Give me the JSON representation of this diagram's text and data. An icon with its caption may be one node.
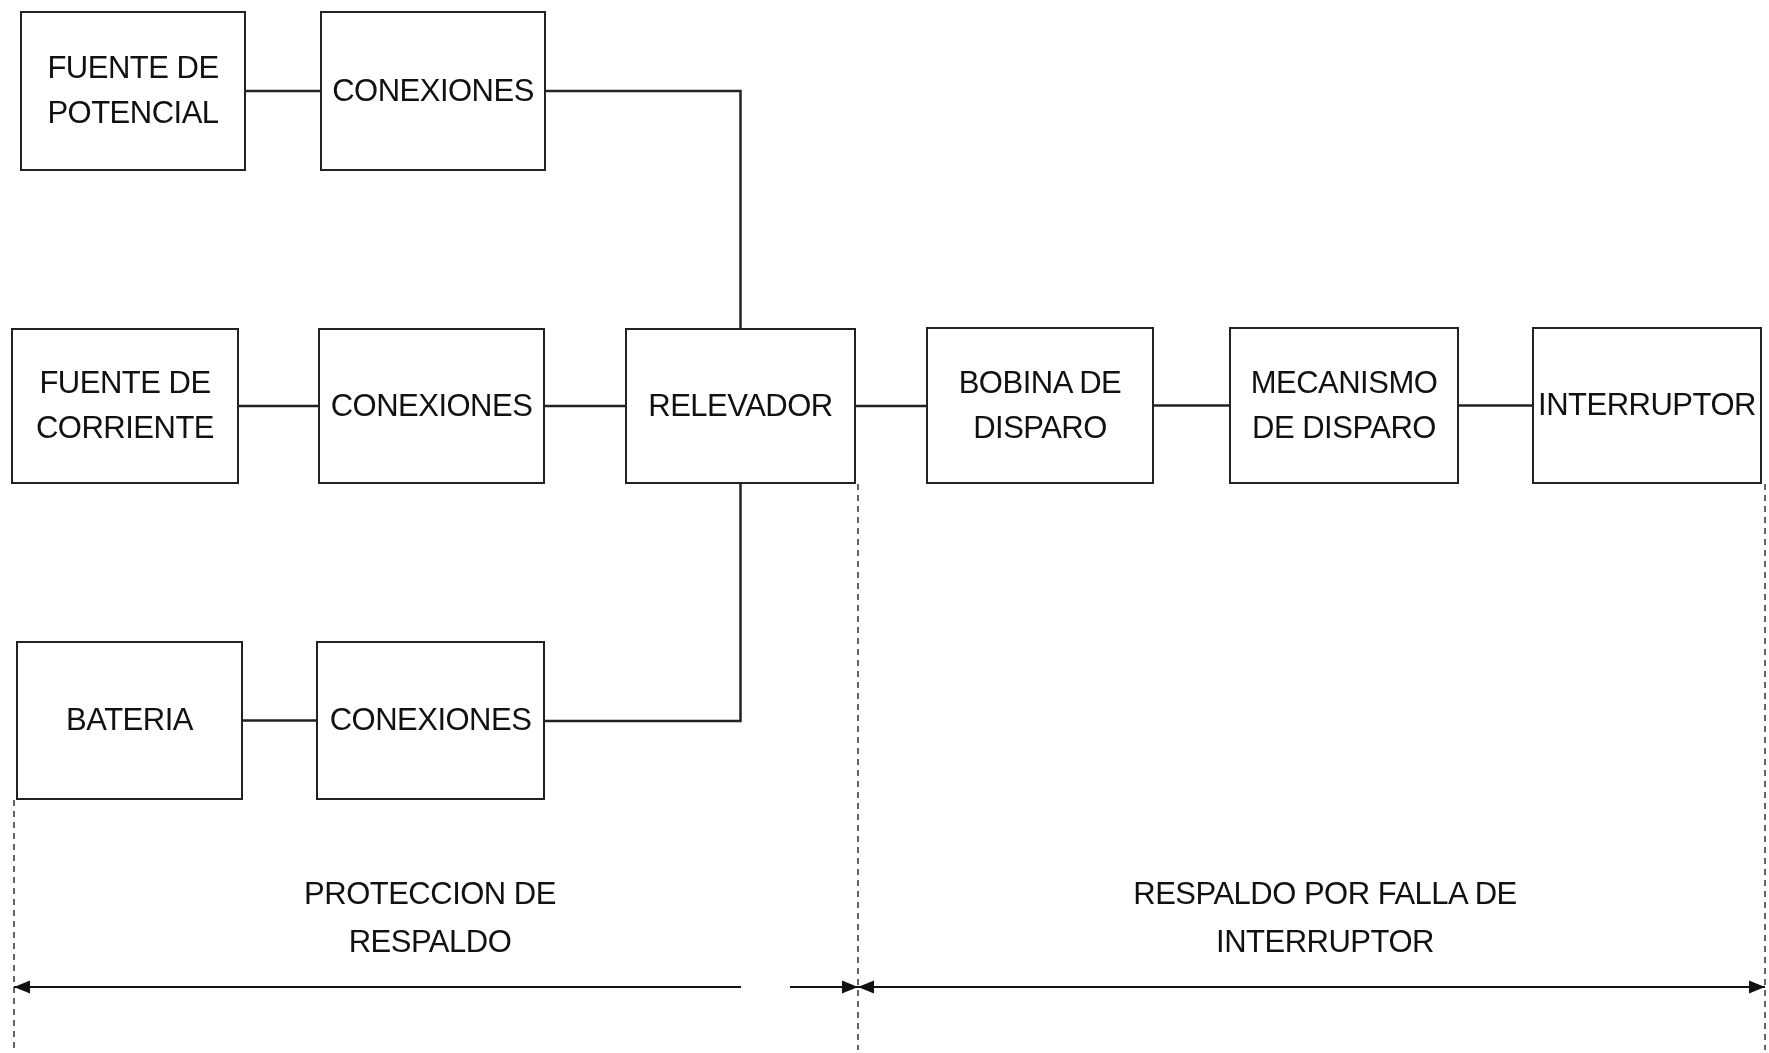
{
  "diagram": {
    "nodes": [
      {
        "text": [
          "FUENTE DE POTENCIAL"
        ]
      },
      {
        "text": [
          "CONEXIONES"
        ]
      },
      {
        "text": [
          "FUENTE DE CORRIENTE"
        ]
      },
      {
        "text": [
          "CONEXIONES"
        ]
      },
      {
        "text": [
          "RELEVADOR"
        ]
      },
      {
        "text": [
          "BOBINA DE DISPARO"
        ]
      },
      {
        "text": [
          "MECANISMO DE DISPARO"
        ]
      },
      {
        "text": [
          "INTERRUPTOR"
        ]
      },
      {
        "text": [
          "BATERIA"
        ]
      },
      {
        "text": [
          "CONEXIONES"
        ]
      }
    ],
    "edges": [
      {
        "from": 0,
        "to": 1,
        "arrow": "none"
      },
      {
        "from": 1,
        "to": 4,
        "arrow": "none"
      },
      {
        "from": 2,
        "to": 3,
        "arrow": "none"
      },
      {
        "from": 3,
        "to": 4,
        "arrow": "none"
      },
      {
        "from": 4,
        "to": 5,
        "arrow": "none"
      },
      {
        "from": 5,
        "to": 6,
        "arrow": "none"
      },
      {
        "from": 6,
        "to": 7,
        "arrow": "none"
      },
      {
        "from": 8,
        "to": 9,
        "arrow": "none"
      },
      {
        "from": 9,
        "to": 4,
        "arrow": "none"
      }
    ],
    "labels": [
      "PROTECCION DE RESPALDO",
      "RESPALDO POR FALLA DE INTERRUPTOR"
    ]
  }
}
